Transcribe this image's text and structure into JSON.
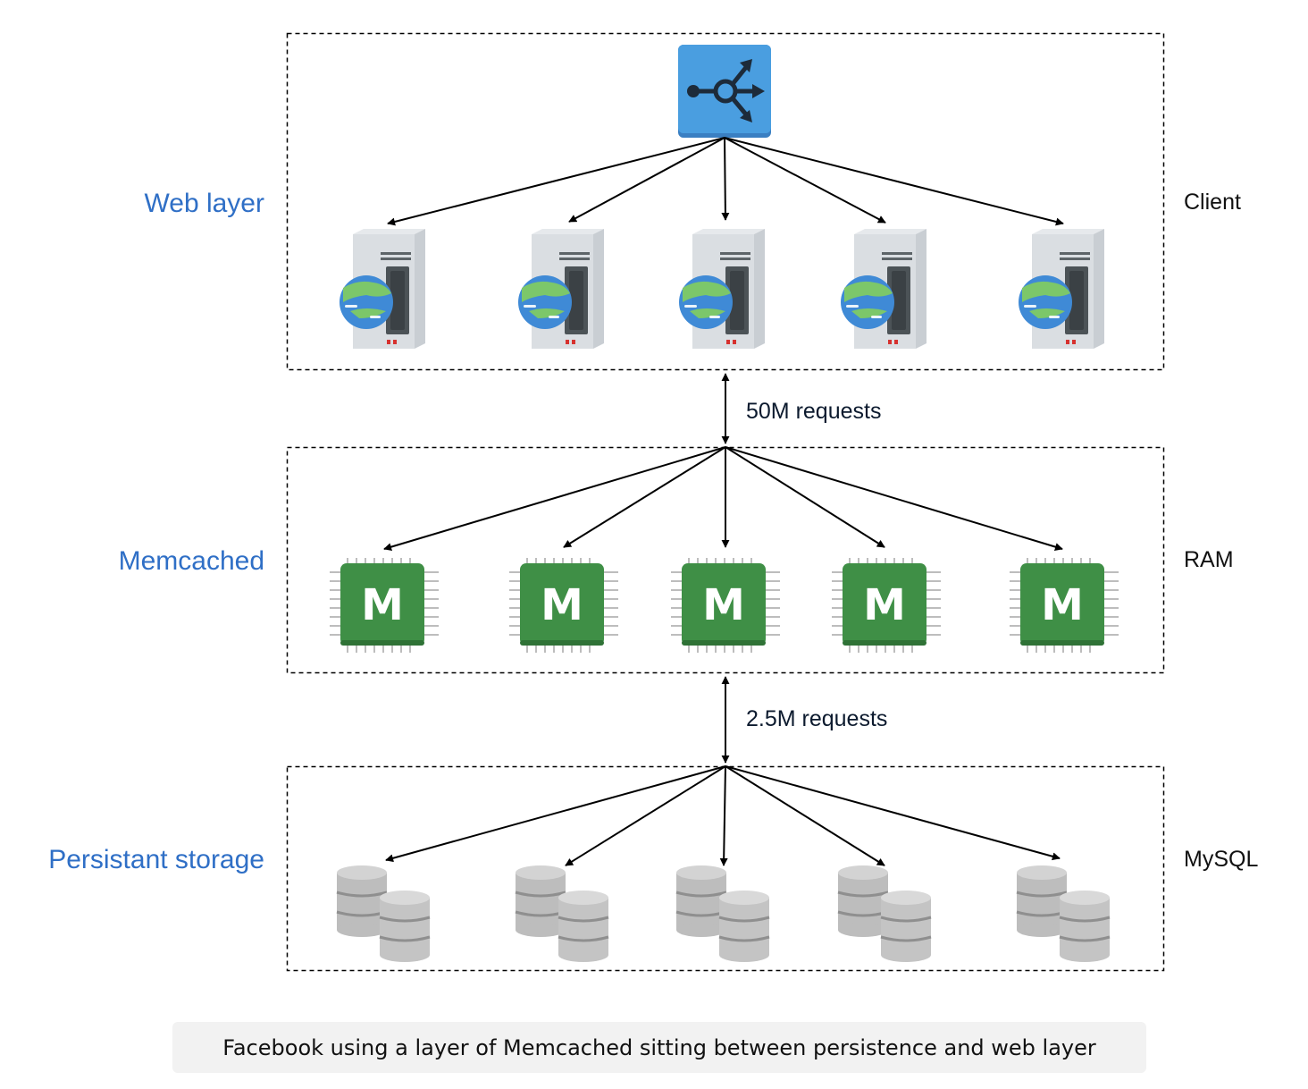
{
  "layers": {
    "web": {
      "label": "Web layer",
      "side": "Client"
    },
    "cache": {
      "label": "Memcached",
      "side": "RAM"
    },
    "storage": {
      "label": "Persistant storage",
      "side": "MySQL"
    }
  },
  "links": {
    "web_to_cache": "50M requests",
    "cache_to_storage": "2.5M requests"
  },
  "icons": {
    "router": "load-balancer-icon",
    "web_node": "web-server-icon",
    "cache_node": "memcached-chip-icon",
    "cache_letter": "M",
    "storage_node": "database-icon"
  },
  "colors": {
    "layer_label": "#2f6fc6",
    "router": "#4a9ee0",
    "chip": "#3f8f46",
    "database": "#bdbdbd"
  },
  "caption": "Facebook using a layer of Memcached sitting between persistence and web layer"
}
